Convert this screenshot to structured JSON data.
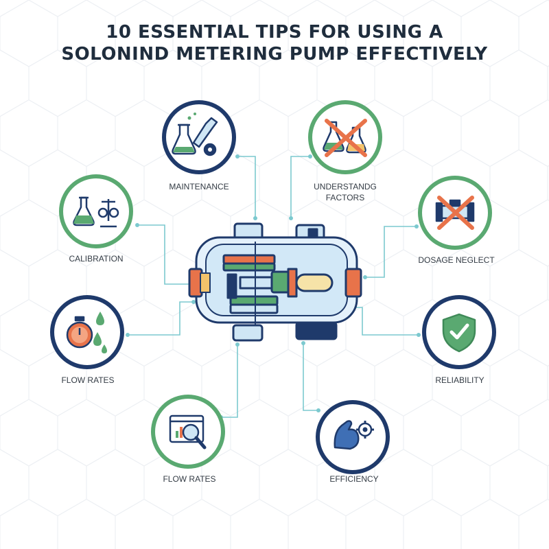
{
  "title": {
    "line1": "10 ESSENTIAL TIPS FOR USING A",
    "line2": "SOLONIND METERING PUMP EFFECTIVELY"
  },
  "colors": {
    "green": "#5aa971",
    "navy": "#1f3a6b",
    "orange": "#e8734a",
    "light_blue": "#cfe6f5",
    "connector": "#7cc9cf"
  },
  "tips": [
    {
      "id": "maintenance",
      "label": "MAINTENANCE",
      "icon": "flask-wrench-gear-icon",
      "ring": "navy"
    },
    {
      "id": "understanding-factors",
      "label": "UNDERSTANDG\nFACTORS",
      "icon": "crossed-flasks-icon",
      "ring": "green"
    },
    {
      "id": "calibration",
      "label": "CALIBRATION",
      "icon": "flask-scale-icon",
      "ring": "green"
    },
    {
      "id": "dosage-neglect",
      "label": "DOSAGE NEGLECT",
      "icon": "crossed-pipe-icon",
      "ring": "green"
    },
    {
      "id": "flow-rates-1",
      "label": "FLOW RATES",
      "icon": "stopwatch-drops-icon",
      "ring": "navy"
    },
    {
      "id": "reliability",
      "label": "RELIABILITY",
      "icon": "shield-check-icon",
      "ring": "navy"
    },
    {
      "id": "flow-rates-2",
      "label": "FLOW RATES",
      "icon": "browser-magnifier-chart-icon",
      "ring": "green"
    },
    {
      "id": "efficiency",
      "label": "EFFICIENCY",
      "icon": "muscle-gear-icon",
      "ring": "navy"
    }
  ],
  "center": {
    "icon": "metering-pump-icon"
  }
}
